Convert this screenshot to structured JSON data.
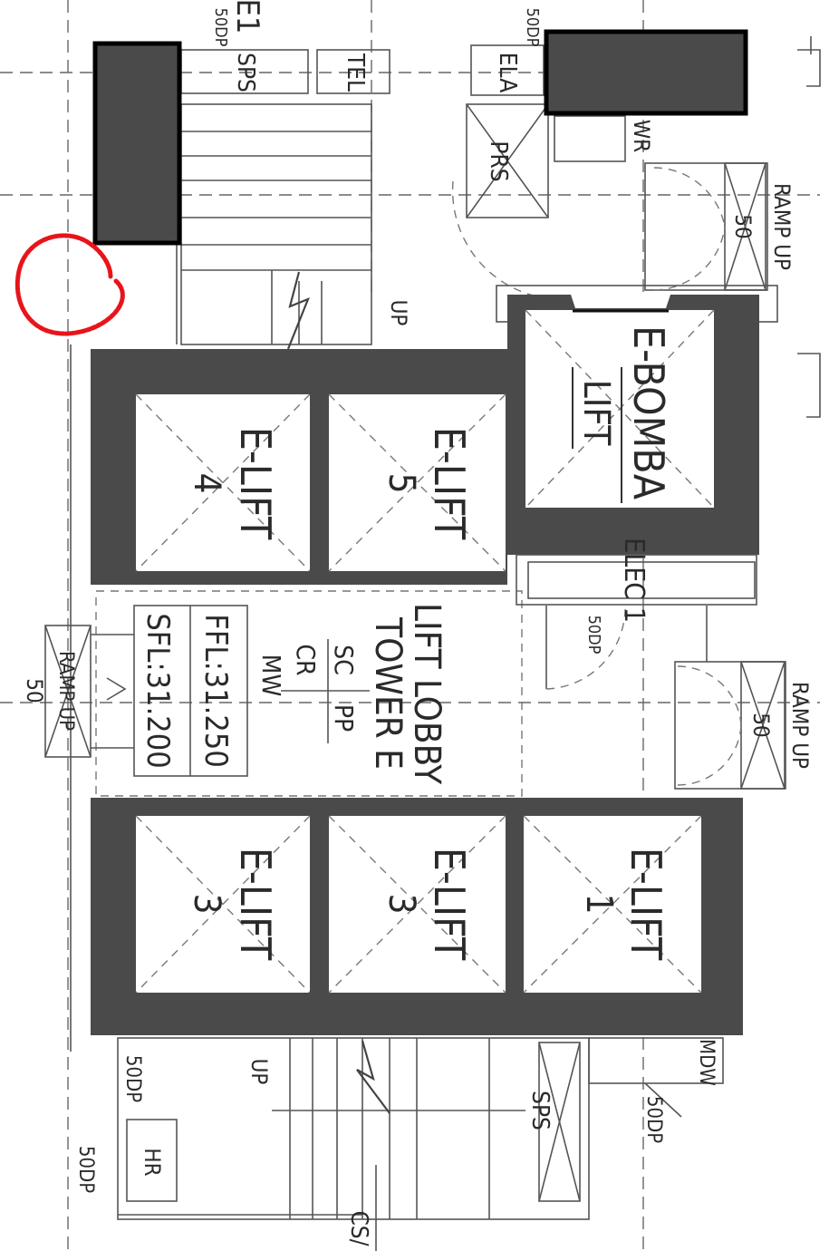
{
  "lobby": {
    "line1": "LIFT LOBBY",
    "line2": "TOWER E",
    "finish_sc": "SC",
    "finish_pp": "PP",
    "finish_cr": "CR",
    "finish_mw": "MW",
    "ffl": "FFL:31.250",
    "sfl": "SFL:31.200"
  },
  "lifts": {
    "e4_name": "E-LIFT",
    "e4_num": "4",
    "e5_name": "E-LIFT",
    "e5_num": "5",
    "bomba_name": "E-BOMBA",
    "bomba_sub": "LIFT",
    "e3a_name": "E-LIFT",
    "e3a_num": "3",
    "e3b_name": "E-LIFT",
    "e3b_num": "3",
    "e1_name": "E-LIFT",
    "e1_num": "1"
  },
  "rooms": {
    "elec": "ELEC 1",
    "sps_top": "SPS",
    "sps_bottom": "SPS",
    "tel": "TEL",
    "ela": "ELA",
    "prs": "PRS",
    "wr": "WR",
    "hr": "HR",
    "mdw": "MDW",
    "e1_top": "E1",
    "cs": "CS/"
  },
  "annotations": {
    "ramp_up_right_top": "RAMP UP",
    "ramp_up_right_mid": "RAMP UP",
    "ramp_up_left": "RAMP UP",
    "ramp_val_right_top": "50",
    "ramp_val_right_mid": "50",
    "ramp_val_left": "50",
    "door_50dp_1": "50DP",
    "door_50dp_2": "50DP",
    "door_50dp_3": "50DP",
    "door_50dp_4": "50DP",
    "door_50dp_5": "50DP",
    "door_50dp_6": "50DP",
    "stair_up_top": "UP",
    "stair_up_bottom": "UP"
  },
  "colors": {
    "wall": "#4a4a4a",
    "markup_red": "#e8141a",
    "line": "#555555"
  }
}
